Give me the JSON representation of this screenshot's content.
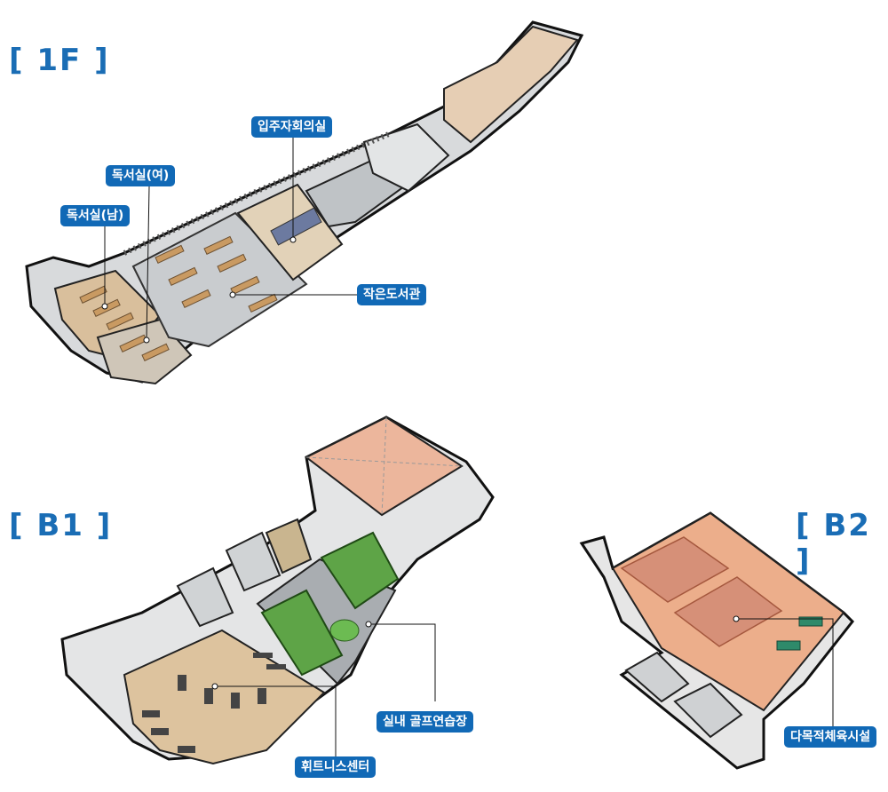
{
  "floors": {
    "f1": {
      "label": "[ 1F ]"
    },
    "b1": {
      "label": "[ B1 ]"
    },
    "b2": {
      "label": "[ B2 ]"
    }
  },
  "callouts": {
    "reading_male": "독서실(남)",
    "reading_female": "독서실(여)",
    "council_room": "입주자회의실",
    "library": "작은도서관",
    "golf": "실내 골프연습장",
    "fitness": "휘트니스센터",
    "sports": "다목적체육시설"
  },
  "colors": {
    "label_blue": "#1a6db5",
    "callout_bg": "#1169b6",
    "wall": "#111111",
    "wood_floor": "#dcc09a",
    "court_floor": "#eaa88a",
    "golf_green": "#4e9a3c"
  }
}
